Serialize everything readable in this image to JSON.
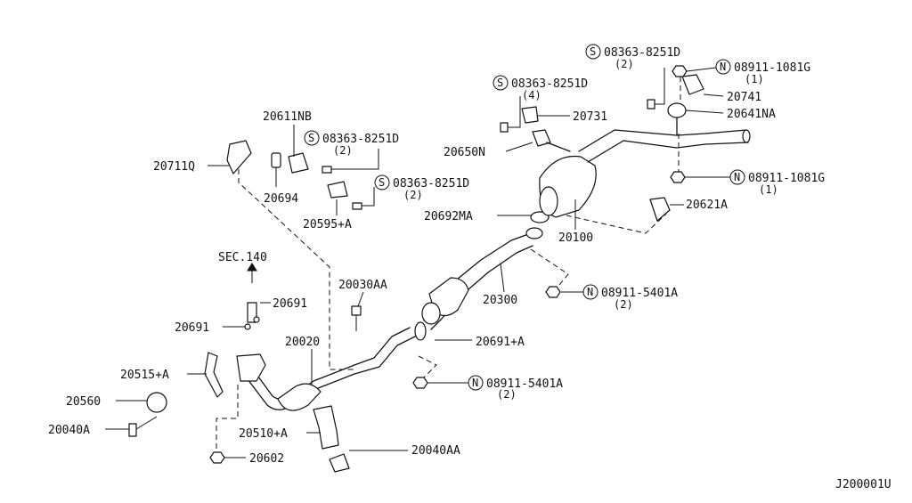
{
  "diagram_code": "J200001U",
  "labels": {
    "p20711Q": "20711Q",
    "p20611NB": "20611NB",
    "s08363_a": "08363-8251D",
    "s08363_a_qty": "(2)",
    "p20694": "20694",
    "s08363_b": "08363-8251D",
    "s08363_b_qty": "(2)",
    "p20595A": "20595+A",
    "sec140": "SEC.140",
    "p20691_r": "20691",
    "p20691_l": "20691",
    "p20030AA": "20030AA",
    "p20020": "20020",
    "p20515A": "20515+A",
    "p20560": "20560",
    "p20040A": "20040A",
    "p20510A": "20510+A",
    "p20602": "20602",
    "p20040AA": "20040AA",
    "p20691A": "20691+A",
    "n08911_5401A_low": "08911-5401A",
    "n08911_5401A_low_qty": "(2)",
    "p20300": "20300",
    "n08911_5401A_up": "08911-5401A",
    "n08911_5401A_up_qty": "(2)",
    "p20692MA": "20692MA",
    "p20100": "20100",
    "p20621A": "20621A",
    "n08911_1081G_low": "08911-1081G",
    "n08911_1081G_low_qty": "(1)",
    "p20650N": "20650N",
    "s08363_c": "08363-8251D",
    "s08363_c_qty": "(4)",
    "p20731": "20731",
    "s08363_d": "08363-8251D",
    "s08363_d_qty": "(2)",
    "n08911_1081G_up": "08911-1081G",
    "n08911_1081G_up_qty": "(1)",
    "p20741": "20741",
    "p20641NA": "20641NA"
  },
  "symbols": {
    "screw": "S",
    "nut": "N"
  }
}
